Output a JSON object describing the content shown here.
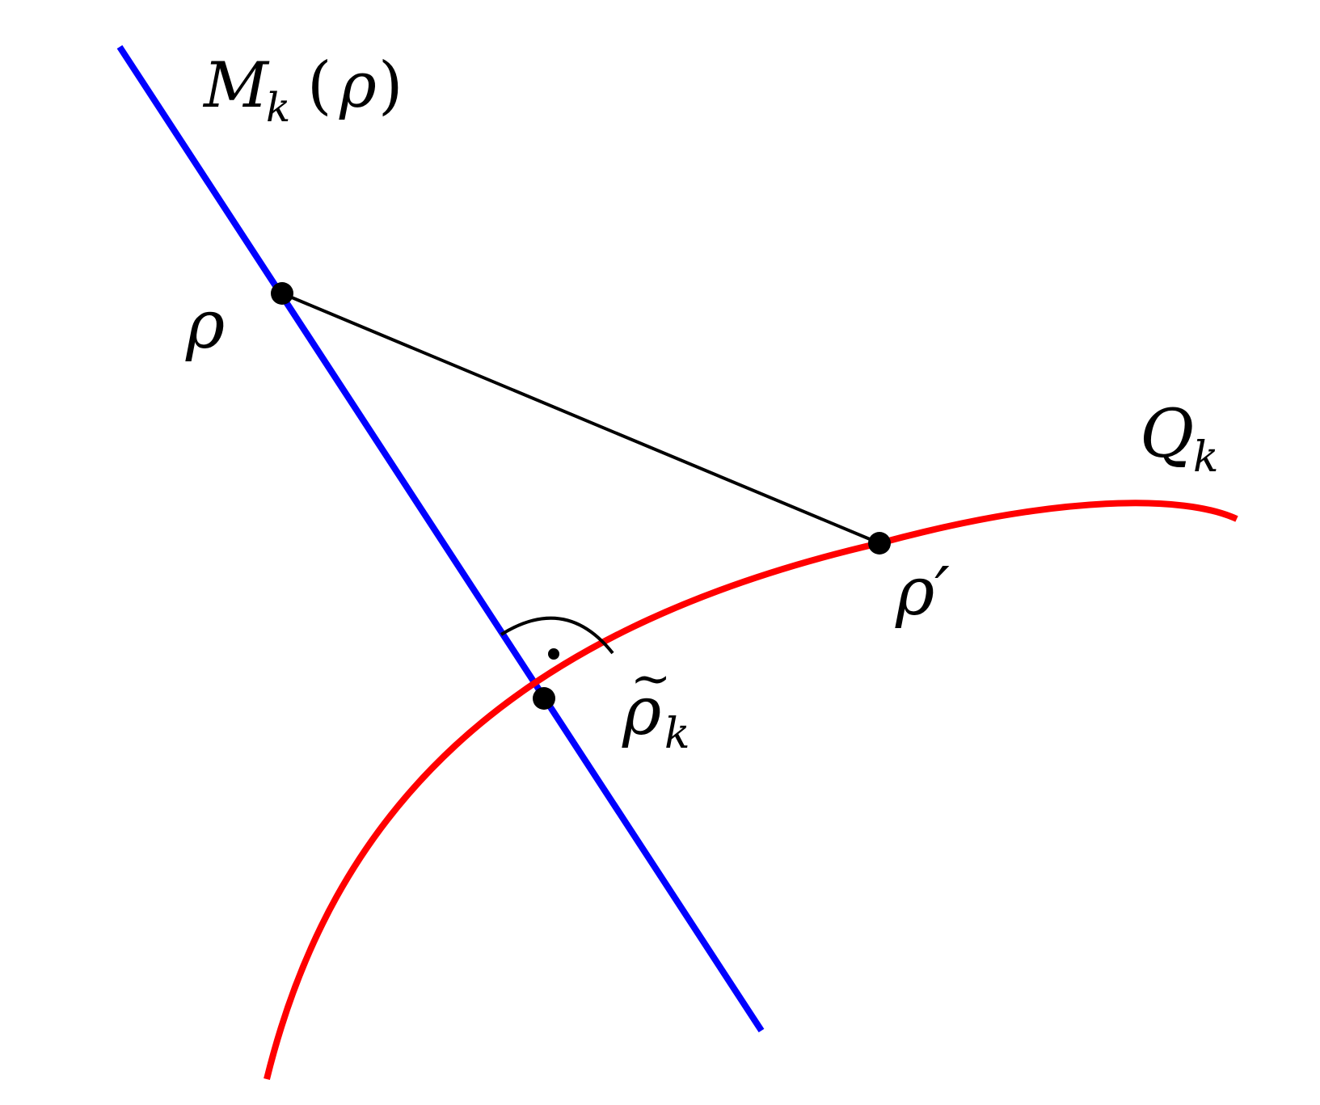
{
  "colors": {
    "line_blue": "#0000ff",
    "curve_red": "#ff0000",
    "stroke_black": "#000000",
    "background": "#ffffff"
  },
  "labels": {
    "line_symbol": "M",
    "line_subscript": "k",
    "line_open_paren": "(",
    "line_argument": "ρ",
    "line_close_paren": ")",
    "point_rho": "ρ",
    "point_rho_prime": "ρ′",
    "point_rho_tilde": "ρ",
    "point_rho_tilde_accent": "~",
    "point_rho_tilde_subscript": "k",
    "curve_symbol": "Q",
    "curve_subscript": "k"
  }
}
